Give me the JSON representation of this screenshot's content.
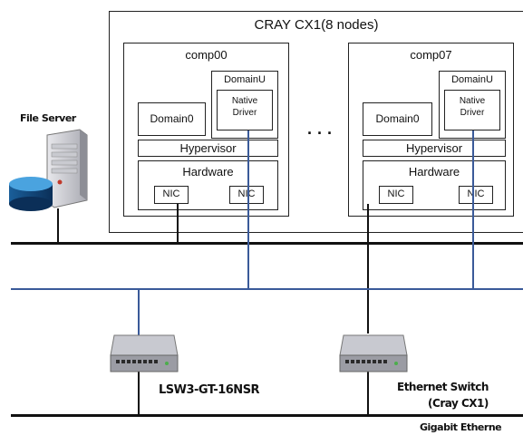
{
  "cluster": {
    "title": "CRAY CX1(8 nodes)",
    "ellipsis": "· · ·"
  },
  "nodes": [
    {
      "name": "comp00",
      "domain0": "Domain0",
      "domainU": "DomainU",
      "native_driver": "Native\nDriver",
      "hypervisor": "Hypervisor",
      "hardware": "Hardware",
      "nic1": "NIC",
      "nic2": "NIC"
    },
    {
      "name": "comp07",
      "domain0": "Domain0",
      "domainU": "DomainU",
      "native_driver": "Native\nDriver",
      "hypervisor": "Hypervisor",
      "hardware": "Hardware",
      "nic1": "NIC",
      "nic2": "NIC"
    }
  ],
  "file_server": {
    "label": "File Server"
  },
  "switches": [
    {
      "label": "LSW3-GT-16NSR"
    },
    {
      "label": "Ethernet Switch\n(Cray CX1)"
    }
  ],
  "network": {
    "label": "Gigabit Etherne"
  },
  "colors": {
    "blue_link": "#3a5a99",
    "black_link": "#111111"
  }
}
